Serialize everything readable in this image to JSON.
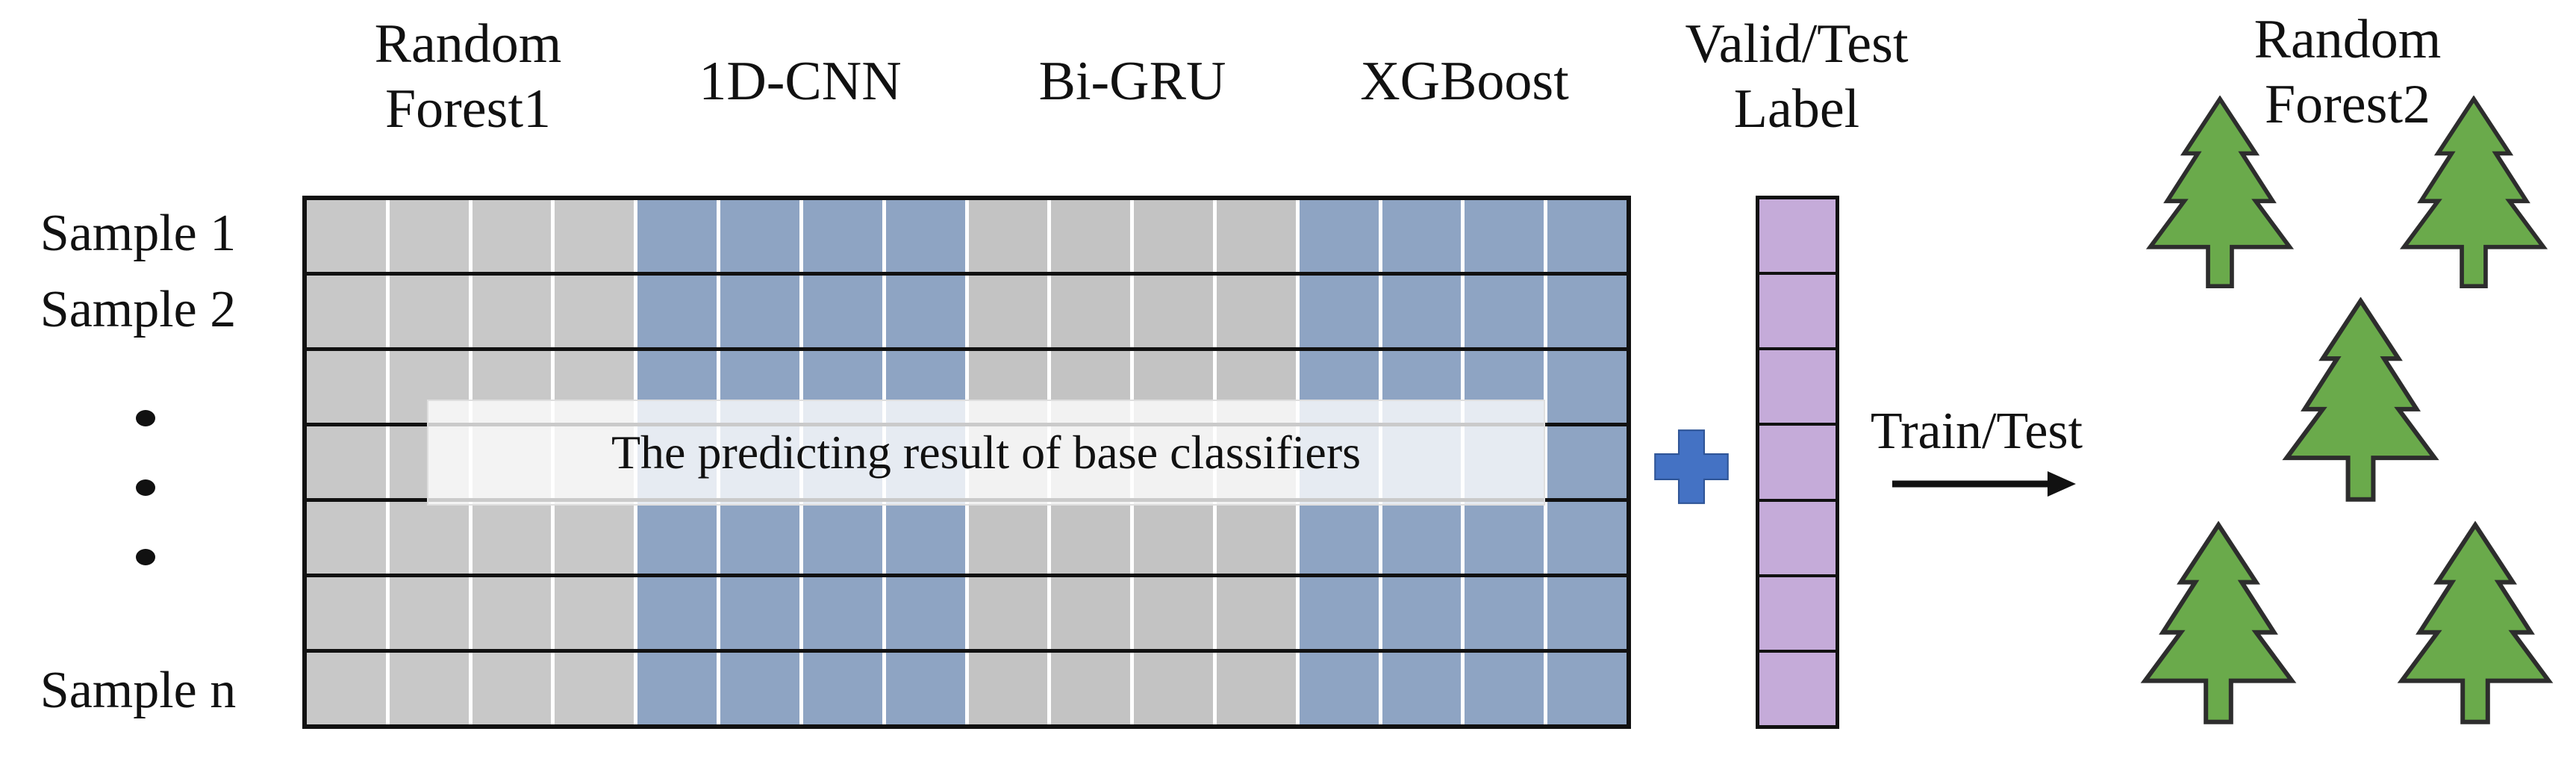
{
  "figure": {
    "samples": {
      "row_labels": [
        "Sample 1",
        "Sample 2",
        "Sample n"
      ],
      "ellipsis_dots": 3
    },
    "headers": {
      "random_forest1": {
        "line1": "Random",
        "line2": "Forest1"
      },
      "cnn": "1D-CNN",
      "gru": "Bi-GRU",
      "xgboost": "XGBoost",
      "valid_test": {
        "line1": "Valid/Test",
        "line2": "Label"
      },
      "random_forest2": {
        "line1": "Random",
        "line2": "Forest2"
      }
    },
    "grid": {
      "rows": 7,
      "groups": [
        {
          "name": "random-forest1",
          "cols": 4,
          "color": "#c8c8c8"
        },
        {
          "name": "1d-cnn",
          "cols": 4,
          "color": "#8ea4c3"
        },
        {
          "name": "bi-gru",
          "cols": 4,
          "color": "#c3c3c3"
        },
        {
          "name": "xgboost",
          "cols": 4,
          "color": "#8ea4c3"
        }
      ],
      "overlay_text": "The predicting result of base classifiers"
    },
    "plus": {
      "color": "#4472c4",
      "edge": "#2f5597"
    },
    "label_column": {
      "cells": 7,
      "color": "#c5abd9"
    },
    "arrow": {
      "label": "Train/Test",
      "color": "#111111"
    },
    "forest": {
      "tree_count": 5,
      "tree_color": "#6aaa4b",
      "tree_outline": "#2d2d2d"
    }
  }
}
